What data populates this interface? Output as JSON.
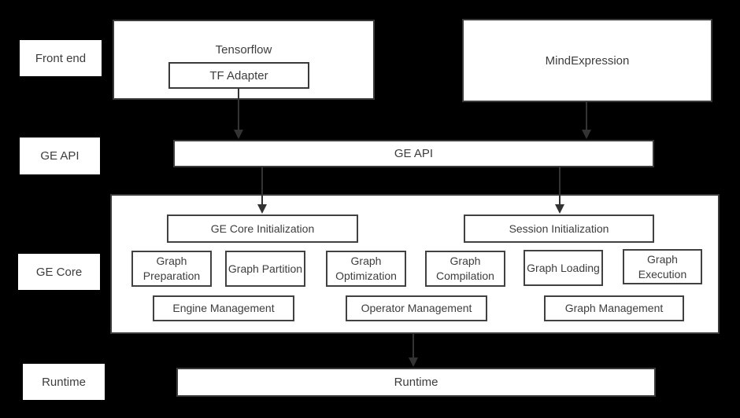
{
  "diagram": {
    "row_labels": [
      {
        "label": "Front end"
      },
      {
        "label": "GE API"
      },
      {
        "label": "GE Core"
      },
      {
        "label": "Runtime"
      }
    ],
    "front_end": {
      "tensorflow_label": "Tensorflow",
      "tf_adapter_label": "TF Adapter",
      "mindexpression_label": "MindExpression"
    },
    "ge_api": {
      "label": "GE API"
    },
    "ge_core": {
      "init_boxes": [
        "GE Core Initialization",
        "Session Initialization"
      ],
      "function_boxes": [
        "Graph Preparation",
        "Graph Partition",
        "Graph Optimization",
        "Graph Compilation",
        "Graph Loading",
        "Graph Execution"
      ],
      "management_boxes": [
        "Engine Management",
        "Operator Management",
        "Graph Management"
      ]
    },
    "runtime": {
      "label": "Runtime"
    },
    "colors": {
      "background": "#000000",
      "box_fill": "#ffffff",
      "box_border": "#3a3a3a",
      "inner_border": "#414141",
      "text": "#3d3d3d",
      "arrow": "#333333"
    }
  }
}
